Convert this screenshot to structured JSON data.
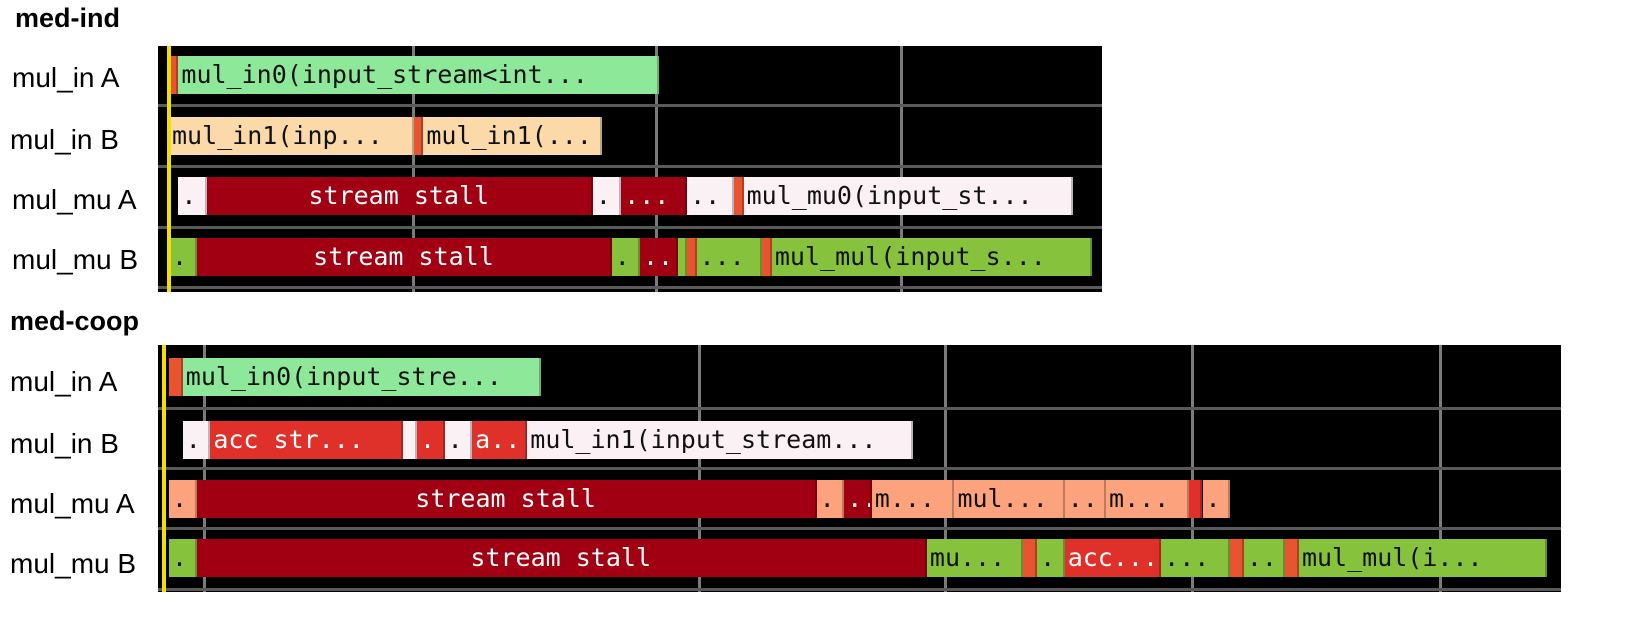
{
  "colors": {
    "background": "#000000",
    "grid": "#7a7a7a",
    "cursor": "#f2e100",
    "green": "#8ee89a",
    "peach": "#fcd9a8",
    "white": "#fbf0f3",
    "darkred": "#a10012",
    "red": "#e0302a",
    "olive": "#86c23c",
    "salmon": "#fca37e",
    "thin_red": "#e8542f"
  },
  "sections": [
    {
      "title": "med-ind",
      "rows": [
        {
          "label": "mul_in A",
          "blocks": [
            {
              "text": "",
              "start": 0,
              "end": 1,
              "color": "thin_red"
            },
            {
              "text": "mul_in0(input_stream<int...",
              "start": 1,
              "end": 52,
              "color": "green"
            }
          ]
        },
        {
          "label": "mul_in B",
          "blocks": [
            {
              "text": "mul_in1(inp...",
              "start": 0,
              "end": 26,
              "color": "peach"
            },
            {
              "text": "",
              "start": 26,
              "end": 27,
              "color": "thin_red"
            },
            {
              "text": "mul_in1(...",
              "start": 27,
              "end": 46,
              "color": "peach"
            }
          ]
        },
        {
          "label": "mul_mu A",
          "blocks": [
            {
              "text": ".",
              "start": 1,
              "end": 4,
              "color": "white"
            },
            {
              "text": "stream stall",
              "start": 4,
              "end": 45,
              "color": "darkred"
            },
            {
              "text": ".",
              "start": 45,
              "end": 48,
              "color": "white"
            },
            {
              "text": "...",
              "start": 48,
              "end": 55,
              "color": "darkred"
            },
            {
              "text": "..",
              "start": 55,
              "end": 60,
              "color": "white"
            },
            {
              "text": "",
              "start": 60,
              "end": 61,
              "color": "thin_red"
            },
            {
              "text": "mul_mu0(input_st...",
              "start": 61,
              "end": 96,
              "color": "white"
            }
          ]
        },
        {
          "label": "mul_mu B",
          "blocks": [
            {
              "text": ".",
              "start": 0,
              "end": 3,
              "color": "olive"
            },
            {
              "text": "stream stall",
              "start": 3,
              "end": 47,
              "color": "darkred"
            },
            {
              "text": ".",
              "start": 47,
              "end": 50,
              "color": "olive"
            },
            {
              "text": "..",
              "start": 50,
              "end": 54,
              "color": "darkred"
            },
            {
              "text": "",
              "start": 54,
              "end": 55,
              "color": "olive"
            },
            {
              "text": "",
              "start": 55,
              "end": 56,
              "color": "thin_red"
            },
            {
              "text": "...",
              "start": 56,
              "end": 63,
              "color": "olive"
            },
            {
              "text": "",
              "start": 63,
              "end": 64,
              "color": "thin_red"
            },
            {
              "text": "mul_mul(input_s...",
              "start": 64,
              "end": 98,
              "color": "olive"
            }
          ]
        }
      ]
    },
    {
      "title": "med-coop",
      "rows": [
        {
          "label": "mul_in A",
          "blocks": [
            {
              "text": "",
              "start": 0,
              "end": 1,
              "color": "thin_red"
            },
            {
              "text": "mul_in0(input_stre...",
              "start": 1,
              "end": 27,
              "color": "green"
            }
          ]
        },
        {
          "label": "mul_in B",
          "blocks": [
            {
              "text": ".",
              "start": 1,
              "end": 3,
              "color": "white"
            },
            {
              "text": "acc str...",
              "start": 3,
              "end": 17,
              "color": "red"
            },
            {
              "text": "",
              "start": 17,
              "end": 18,
              "color": "white"
            },
            {
              "text": ".",
              "start": 18,
              "end": 20,
              "color": "red"
            },
            {
              "text": ".",
              "start": 20,
              "end": 22,
              "color": "white"
            },
            {
              "text": "a...",
              "start": 22,
              "end": 26,
              "color": "red"
            },
            {
              "text": "mul_in1(input_stream...",
              "start": 26,
              "end": 54,
              "color": "white"
            }
          ]
        },
        {
          "label": "mul_mu A",
          "blocks": [
            {
              "text": ".",
              "start": 0,
              "end": 2,
              "color": "salmon"
            },
            {
              "text": "stream stall",
              "start": 2,
              "end": 47,
              "color": "darkred"
            },
            {
              "text": ".",
              "start": 47,
              "end": 49,
              "color": "salmon"
            },
            {
              "text": "..",
              "start": 49,
              "end": 51,
              "color": "darkred"
            },
            {
              "text": "m...",
              "start": 51,
              "end": 57,
              "color": "salmon"
            },
            {
              "text": "mul...",
              "start": 57,
              "end": 65,
              "color": "salmon"
            },
            {
              "text": "..",
              "start": 65,
              "end": 68,
              "color": "salmon"
            },
            {
              "text": "m...",
              "start": 68,
              "end": 74,
              "color": "salmon"
            },
            {
              "text": "",
              "start": 74,
              "end": 75,
              "color": "red"
            },
            {
              "text": ".",
              "start": 75,
              "end": 77,
              "color": "salmon"
            }
          ]
        },
        {
          "label": "mul_mu B",
          "blocks": [
            {
              "text": ".",
              "start": 0,
              "end": 2,
              "color": "olive"
            },
            {
              "text": "stream stall",
              "start": 2,
              "end": 55,
              "color": "darkred"
            },
            {
              "text": "mu...",
              "start": 55,
              "end": 62,
              "color": "olive"
            },
            {
              "text": "",
              "start": 62,
              "end": 63,
              "color": "thin_red"
            },
            {
              "text": ".",
              "start": 63,
              "end": 65,
              "color": "olive"
            },
            {
              "text": "acc...",
              "start": 65,
              "end": 72,
              "color": "red"
            },
            {
              "text": "...",
              "start": 72,
              "end": 77,
              "color": "olive"
            },
            {
              "text": "",
              "start": 77,
              "end": 78,
              "color": "thin_red"
            },
            {
              "text": "..",
              "start": 78,
              "end": 81,
              "color": "olive"
            },
            {
              "text": "",
              "start": 81,
              "end": 82,
              "color": "thin_red"
            },
            {
              "text": "mul_mul(i...",
              "start": 82,
              "end": 100,
              "color": "olive"
            }
          ]
        }
      ]
    }
  ]
}
